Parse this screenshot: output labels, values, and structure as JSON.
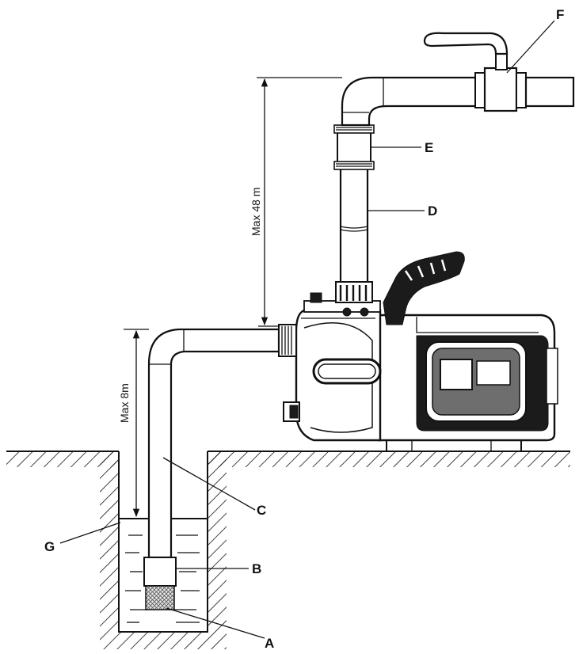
{
  "labels": {
    "A": "A",
    "B": "B",
    "C": "C",
    "D": "D",
    "E": "E",
    "F": "F",
    "G": "G"
  },
  "dimensions": {
    "max_discharge_height": "Max 48 m",
    "max_suction_height": "Max 8m"
  },
  "colors": {
    "line": "#111111",
    "pump_body": "#1b1b1b",
    "pump_panel": "#6e6e6e",
    "background": "#ffffff"
  }
}
